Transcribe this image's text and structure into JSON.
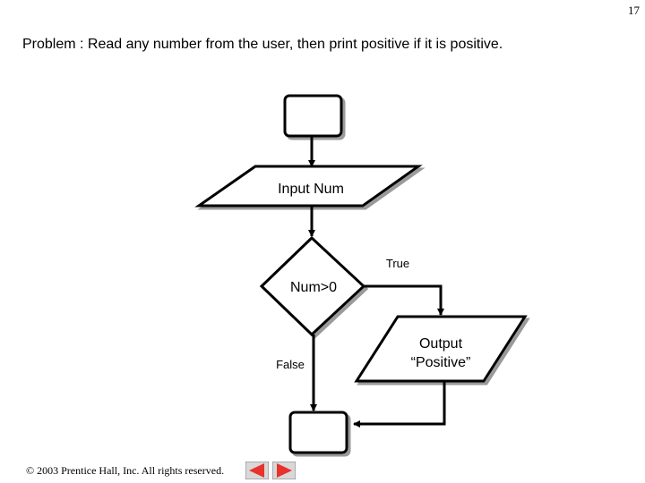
{
  "page_number": "17",
  "problem": "Problem : Read any number from the user, then print positive if it is positive.",
  "flowchart": {
    "input_label": "Input Num",
    "decision_label": "Num>0",
    "true_label": "True",
    "false_label": "False",
    "output_line1": "Output",
    "output_line2": "“Positive”"
  },
  "footer": {
    "copyright": "© 2003 Prentice Hall, Inc.  All rights reserved."
  },
  "colors": {
    "nav_button": "#e8322b",
    "shape_fill": "#ffffff",
    "stroke": "#000000"
  }
}
